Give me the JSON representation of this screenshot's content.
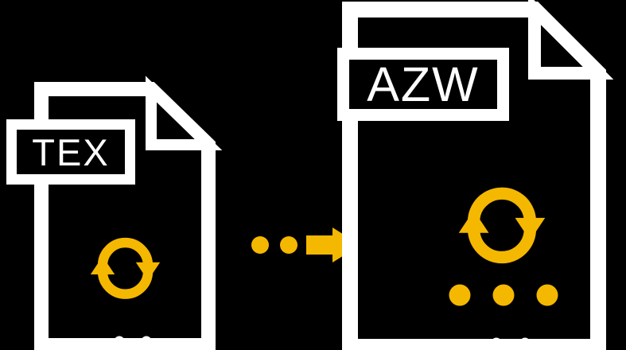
{
  "colors": {
    "bg": "#000000",
    "outline": "#ffffff",
    "accent": "#f5b800"
  },
  "source_file": {
    "label": "TEX"
  },
  "target_file": {
    "label": "AZW"
  },
  "icons": {
    "refresh": "circular-sync-arrows",
    "arrow": "arrow-right-with-dots",
    "ellipsis": "three-dots"
  }
}
